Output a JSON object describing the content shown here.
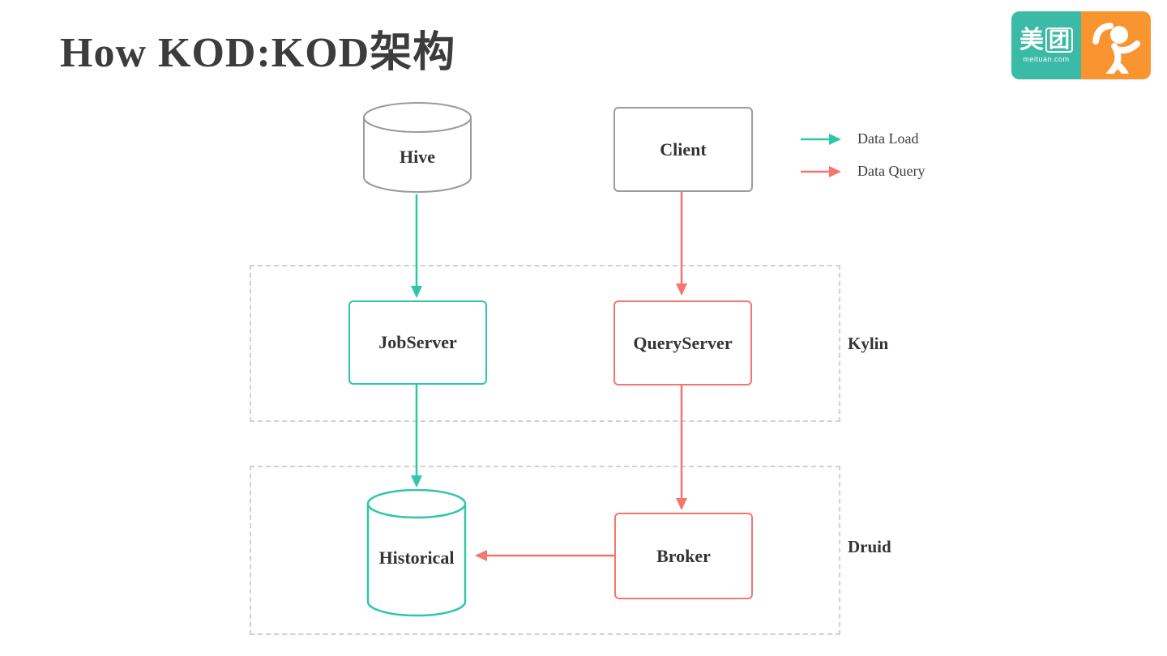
{
  "title": "How KOD:KOD架构",
  "logo": {
    "char1": "美",
    "char2": "团",
    "domain": "meituan.com",
    "teal": "#3bbaa6",
    "orange": "#f99530"
  },
  "colors": {
    "data_load": "#2fc7a9",
    "data_query": "#f5766f",
    "neutral_border": "#9b9b9b",
    "region_border": "#d2d2d2",
    "text": "#3b3b3b"
  },
  "legend": {
    "items": [
      {
        "label": "Data Load",
        "color": "#2fc7a9"
      },
      {
        "label": "Data Query",
        "color": "#f5766f"
      }
    ]
  },
  "nodes": {
    "hive": {
      "label": "Hive",
      "shape": "cylinder",
      "border_color": "#9b9b9b"
    },
    "client": {
      "label": "Client",
      "shape": "rect",
      "border_color": "#9b9b9b"
    },
    "jobserver": {
      "label": "JobServer",
      "shape": "rect",
      "border_color": "#2fc7a9"
    },
    "queryserver": {
      "label": "QueryServer",
      "shape": "rect",
      "border_color": "#f5766f"
    },
    "historical": {
      "label": "Historical",
      "shape": "cylinder",
      "border_color": "#2fc7a9"
    },
    "broker": {
      "label": "Broker",
      "shape": "rect",
      "border_color": "#f5766f"
    }
  },
  "regions": {
    "kylin": {
      "label": "Kylin"
    },
    "druid": {
      "label": "Druid"
    }
  },
  "edges": [
    {
      "from": "Hive",
      "to": "JobServer",
      "type": "Data Load"
    },
    {
      "from": "JobServer",
      "to": "Historical",
      "type": "Data Load"
    },
    {
      "from": "Client",
      "to": "QueryServer",
      "type": "Data Query"
    },
    {
      "from": "QueryServer",
      "to": "Broker",
      "type": "Data Query"
    },
    {
      "from": "Broker",
      "to": "Historical",
      "type": "Data Query"
    }
  ]
}
